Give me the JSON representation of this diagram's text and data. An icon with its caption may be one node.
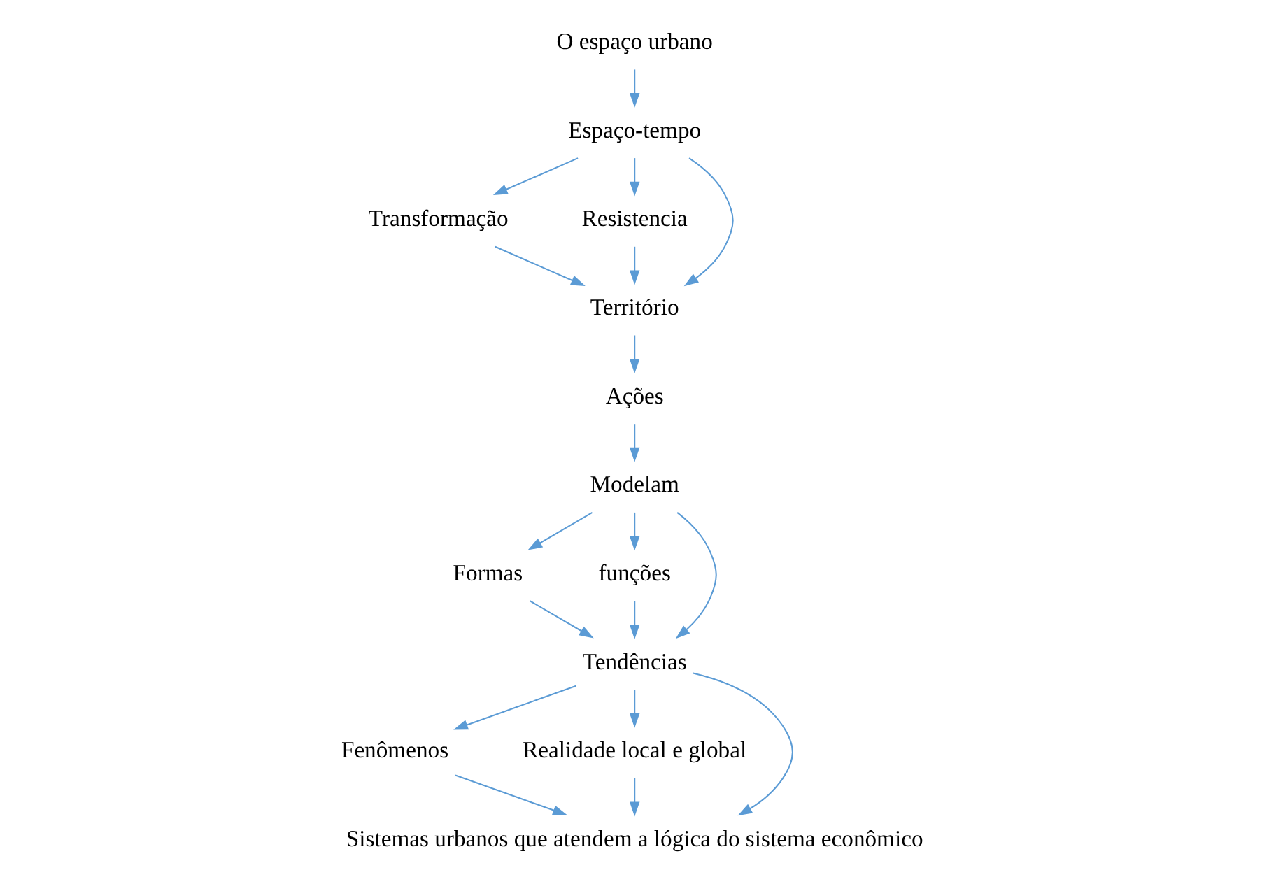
{
  "diagram": {
    "nodes": [
      {
        "text": [
          "O espaço urbano"
        ]
      },
      {
        "text": [
          "Espaço-tempo"
        ]
      },
      {
        "text": [
          "Transformação"
        ]
      },
      {
        "text": [
          "Resistencia"
        ]
      },
      {
        "text": [
          "Território"
        ]
      },
      {
        "text": [
          "Ações"
        ]
      },
      {
        "text": [
          "Modelam"
        ]
      },
      {
        "text": [
          "Formas"
        ]
      },
      {
        "text": [
          "funções"
        ]
      },
      {
        "text": [
          "Tendências"
        ]
      },
      {
        "text": [
          "Fenômenos"
        ]
      },
      {
        "text": [
          "Realidade local e global"
        ]
      },
      {
        "text": [
          "Sistemas urbanos que atendem a lógica do sistema econômico"
        ]
      }
    ],
    "edges": [
      {
        "from": 0,
        "to": 1,
        "arrow": "to"
      },
      {
        "from": 1,
        "to": 2,
        "arrow": "to"
      },
      {
        "from": 1,
        "to": 3,
        "arrow": "to"
      },
      {
        "from": 1,
        "to": 4,
        "arrow": "to"
      },
      {
        "from": 2,
        "to": 4,
        "arrow": "to"
      },
      {
        "from": 3,
        "to": 4,
        "arrow": "to"
      },
      {
        "from": 4,
        "to": 5,
        "arrow": "to"
      },
      {
        "from": 5,
        "to": 6,
        "arrow": "to"
      },
      {
        "from": 6,
        "to": 7,
        "arrow": "to"
      },
      {
        "from": 6,
        "to": 8,
        "arrow": "to"
      },
      {
        "from": 6,
        "to": 9,
        "arrow": "to"
      },
      {
        "from": 7,
        "to": 9,
        "arrow": "to"
      },
      {
        "from": 8,
        "to": 9,
        "arrow": "to"
      },
      {
        "from": 9,
        "to": 10,
        "arrow": "to"
      },
      {
        "from": 9,
        "to": 11,
        "arrow": "to"
      },
      {
        "from": 9,
        "to": 12,
        "arrow": "to"
      },
      {
        "from": 10,
        "to": 12,
        "arrow": "to"
      },
      {
        "from": 11,
        "to": 12,
        "arrow": "to"
      }
    ]
  }
}
